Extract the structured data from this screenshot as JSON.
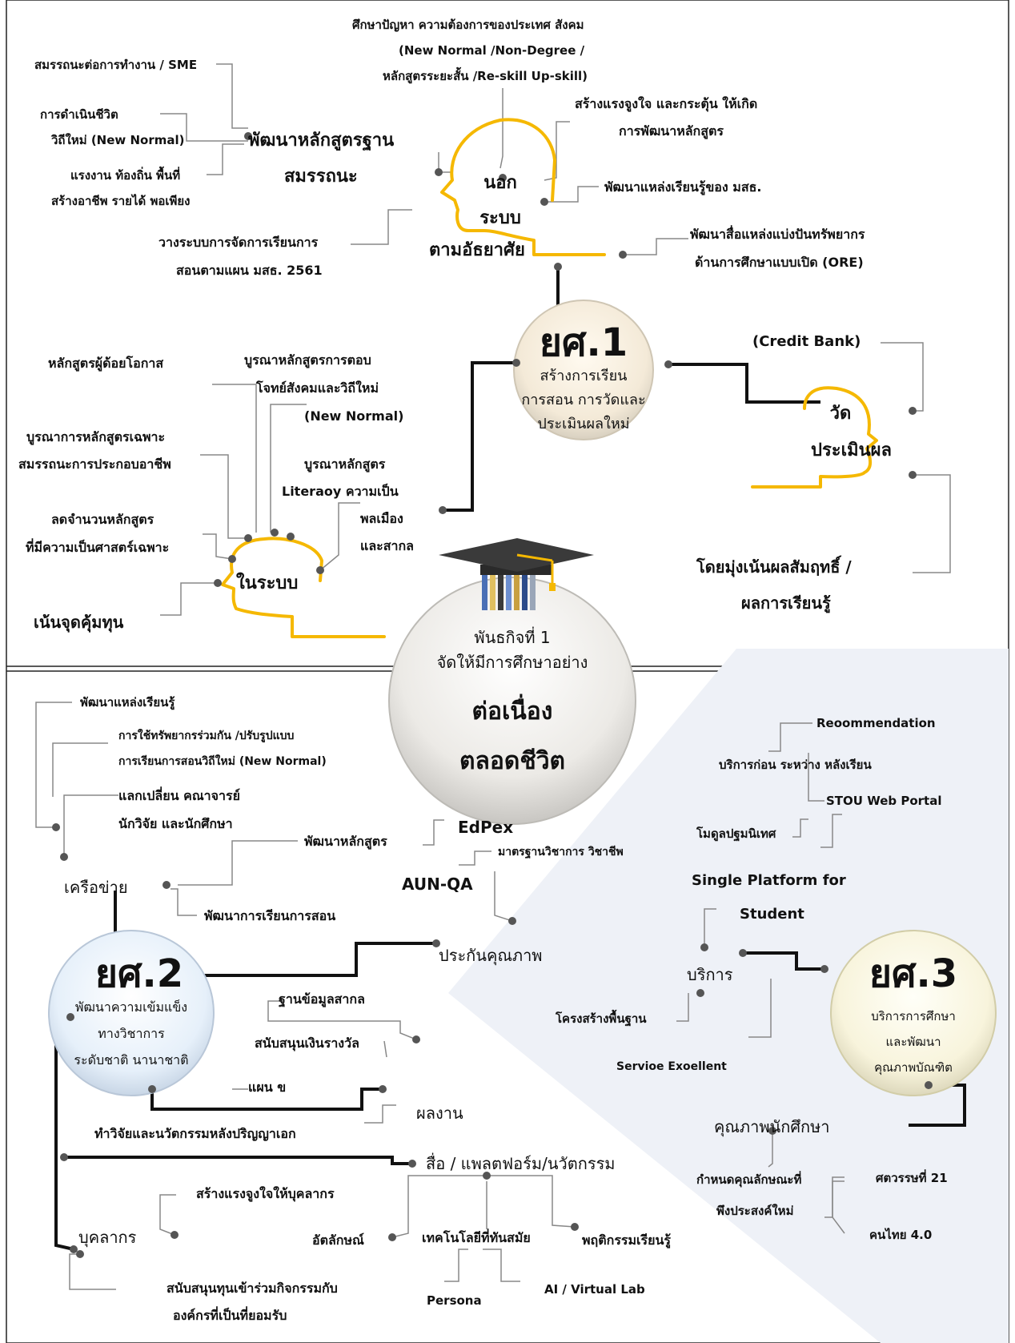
{
  "colors": {
    "accent": "#f5b800",
    "line": "#888888",
    "bold_line": "#111111",
    "panel": "#eef1f7"
  },
  "mission": {
    "title_1": "พันธกิจที่ 1",
    "title_2": "จัดให้มีการศึกษาอย่าง",
    "title_3": "ต่อเนื่อง",
    "title_4": "ตลอดชีวิต",
    "icon": "graduation-cap-icon"
  },
  "strategy1": {
    "label": "ยศ.1",
    "line1": "สร้างการเรียน",
    "line2": "การสอน การวัดและ",
    "line3": "ประเมินผลใหม่",
    "nonformal": {
      "head_1": "นอก",
      "head_2": "ระบบ",
      "head_3": "ตามอัธยาศัย",
      "top_1": "ศึกษาปัญหา ความต้องการของประเทศ สังคม",
      "top_2": "(New Normal /Non-Degree /",
      "top_3": "หลักสูตรระยะสั้น /Re-skill Up-skill)",
      "motivate_1": "สร้างแรงจูงใจ และกระตุ้น ให้เกิด",
      "motivate_2": "การพัฒนาหลักสูตร",
      "learning_source": "พัฒนาแหล่งเรียนรู้ของ มสธ.",
      "oer_1": "พัฒนาสื่อแหล่งแบ่งปันทรัพยากร",
      "oer_2": "ด้านการศึกษาแบบเปิด (ORE)",
      "plan_1": "วางระบบการจัดการเรียนการ",
      "plan_2": "สอนตามแผน มสธ. 2561",
      "competency": {
        "title_1": "พัฒนาหลักสูตรฐาน",
        "title_2": "สมรรถนะ",
        "sme": "สมรรถนะต่อการทำงาน / SME",
        "newlife_1": "การดำเนินชีวิต",
        "newlife_2": "วิถีใหม่ (New Normal)",
        "local_1": "แรงงาน ท้องถิ่น พื้นที่",
        "local_2": "สร้างอาชีพ รายได้ พอเพียง"
      }
    },
    "formal": {
      "head": "ในระบบ",
      "underprivileged": "หลักสูตรผู้ด้อยโอกาส",
      "integrate_1": "บูรณาหลักสูตรการตอบ",
      "integrate_2": "โจทย์สังคมและวิถีใหม่",
      "integrate_3": "(New Normal)",
      "vocation_1": "บูรณาการหลักสูตรเฉพาะ",
      "vocation_2": "สมรรถนะการประกอบอาชีพ",
      "literacy_1": "บูรณาหลักสูตร",
      "literacy_2": "Literaoy ความเป็น",
      "literacy_3": "พลเมือง",
      "literacy_4": "และสากล",
      "reduce_1": "ลดจำนวนหลักสูตร",
      "reduce_2": "ที่มีความเป็นศาสตร์เฉพาะ",
      "cost": "เน้นจุดคุ้มทุน"
    },
    "assessment": {
      "head_1": "วัด",
      "head_2": "ประเมินผล",
      "credit": "(Credit Bank)",
      "outcome_1": "โดยมุ่งเน้นผลสัมฤทธิ์ /",
      "outcome_2": "ผลการเรียนรู้"
    }
  },
  "strategy2": {
    "label": "ยศ.2",
    "line1": "พัฒนาความเข้มแข็ง",
    "line2": "ทางวิชาการ",
    "line3": "ระดับชาติ นานาชาติ",
    "network": {
      "head": "เครือข่าย",
      "learning_source": "พัฒนาแหล่งเรียนรู้",
      "share_1": "การใช้ทรัพยากรร่วมกัน /ปรับรูปแบบ",
      "share_2": "การเรียนการสอนวิถีใหม่ (New Normal)",
      "exchange_1": "แลกเปลี่ยน คณาจารย์",
      "exchange_2": "นักวิจัย และนักศึกษา",
      "curriculum": "พัฒนาหลักสูตร",
      "teaching": "พัฒนาการเรียนการสอน"
    },
    "quality": {
      "head": "ประกันคุณภาพ",
      "edpex": "EdPex",
      "aunqa": "AUN-QA",
      "standards": "มาตรฐานวิชาการ วิชาชีพ"
    },
    "output": {
      "head": "ผลงาน",
      "database": "ฐานข้อมูลสากล",
      "award": "สนับสนุนเงินรางวัล",
      "plan": "แผน ข",
      "research": "ทำวิจัยและนวัตกรรมหลังปริญญาเอก"
    },
    "media": {
      "head": "สื่อ / แพลตฟอร์ม/นวัตกรรม",
      "identity": "อัตลักษณ์",
      "tech": "เทคโนโลยีที่ทันสมัย",
      "behavior": "พฤติกรรมเรียนรู้",
      "persona": "Persona",
      "ai": "AI / Virtual Lab"
    },
    "personnel": {
      "head": "บุคลากร",
      "motivate": "สร้างแรงจูงใจให้บุคลากร",
      "support_1": "สนับสนุนทุนเข้าร่วมกิจกรรมกับ",
      "support_2": "องค์กรที่เป็นที่ยอมรับ"
    }
  },
  "strategy3": {
    "label": "ยศ.3",
    "line1": "บริการการศึกษา",
    "line2": "และพัฒนา",
    "line3": "คุณภาพบัณฑิต",
    "service": {
      "head": "บริการ",
      "recommend": "Reoommendation",
      "before_after": "บริการก่อน ระหว่าง หลังเรียน",
      "portal": "STOU Web Portal",
      "orientation": "โมดูลปฐมนิเทศ",
      "platform_1": "Single Platform for",
      "platform_2": "Student",
      "infra": "โครงสร้างพื้นฐาน",
      "excellent": "Servioe Exoellent"
    },
    "student": {
      "head": "คุณภาพนักศึกษา",
      "define_1": "กำหนดคุณลักษณะที่",
      "define_2": "พึงประสงค์ใหม่",
      "century": "ศตวรรษที่ 21",
      "thai": "คนไทย 4.0"
    }
  }
}
